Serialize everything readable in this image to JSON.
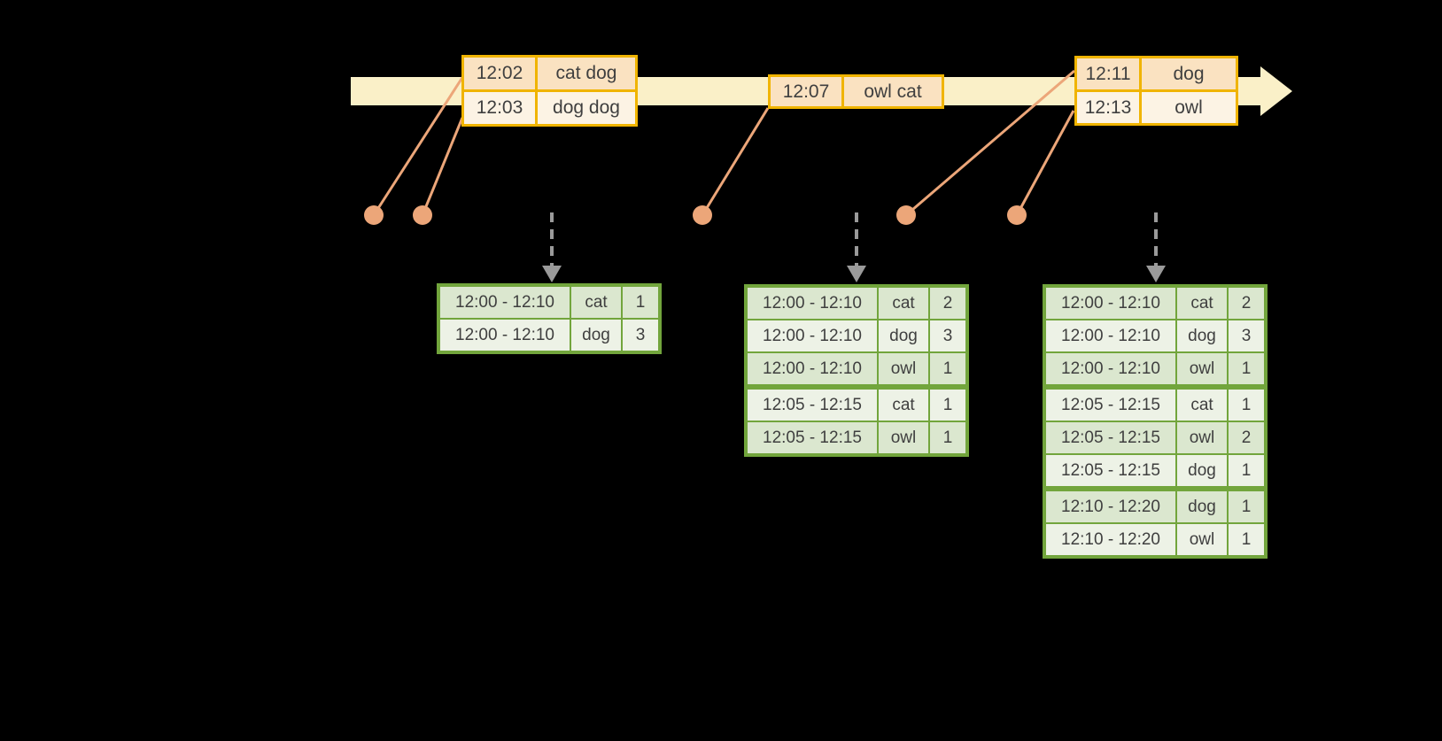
{
  "colors": {
    "background": "#000000",
    "timeline_band": "#FAF0C8",
    "event_border": "#F0B400",
    "event_row_alt1": "#FAE2C1",
    "event_row_alt2": "#FCF3E4",
    "connector": "#ECA679",
    "result_border": "#72A53C",
    "result_row_dark": "#DBE7CF",
    "result_row_light": "#EDF2E6",
    "arrow_gray": "#9A9A9A",
    "text": "#3F3F3F"
  },
  "event_tables": [
    {
      "rows": [
        {
          "time": "12:02",
          "words": "cat dog"
        },
        {
          "time": "12:03",
          "words": "dog dog"
        }
      ]
    },
    {
      "rows": [
        {
          "time": "12:07",
          "words": "owl cat"
        }
      ]
    },
    {
      "rows": [
        {
          "time": "12:11",
          "words": "dog"
        },
        {
          "time": "12:13",
          "words": "owl"
        }
      ]
    }
  ],
  "result_tables": [
    {
      "group_breaks": [],
      "rows": [
        {
          "window": "12:00 - 12:10",
          "word": "cat",
          "count": "1"
        },
        {
          "window": "12:00 - 12:10",
          "word": "dog",
          "count": "3"
        }
      ]
    },
    {
      "group_breaks": [
        3
      ],
      "rows": [
        {
          "window": "12:00 - 12:10",
          "word": "cat",
          "count": "2"
        },
        {
          "window": "12:00 - 12:10",
          "word": "dog",
          "count": "3"
        },
        {
          "window": "12:00 - 12:10",
          "word": "owl",
          "count": "1"
        },
        {
          "window": "12:05 - 12:15",
          "word": "cat",
          "count": "1"
        },
        {
          "window": "12:05 - 12:15",
          "word": "owl",
          "count": "1"
        }
      ]
    },
    {
      "group_breaks": [
        3,
        6
      ],
      "rows": [
        {
          "window": "12:00 - 12:10",
          "word": "cat",
          "count": "2"
        },
        {
          "window": "12:00 - 12:10",
          "word": "dog",
          "count": "3"
        },
        {
          "window": "12:00 - 12:10",
          "word": "owl",
          "count": "1"
        },
        {
          "window": "12:05 - 12:15",
          "word": "cat",
          "count": "1"
        },
        {
          "window": "12:05 - 12:15",
          "word": "owl",
          "count": "2"
        },
        {
          "window": "12:05 - 12:15",
          "word": "dog",
          "count": "1"
        },
        {
          "window": "12:10 - 12:20",
          "word": "dog",
          "count": "1"
        },
        {
          "window": "12:10 - 12:20",
          "word": "owl",
          "count": "1"
        }
      ]
    }
  ]
}
